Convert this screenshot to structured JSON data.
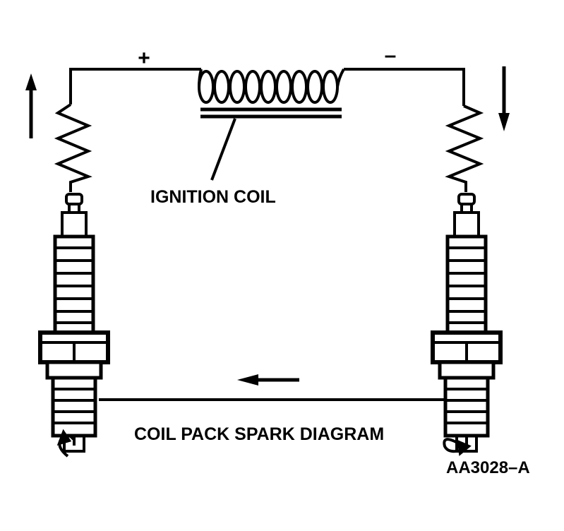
{
  "labels": {
    "plus": "+",
    "minus": "–",
    "coil": "IGNITION COIL",
    "caption": "COIL PACK SPARK DIAGRAM",
    "figure_id": "AA3028–A"
  },
  "colors": {
    "ink": "#000000",
    "paper": "#ffffff"
  }
}
